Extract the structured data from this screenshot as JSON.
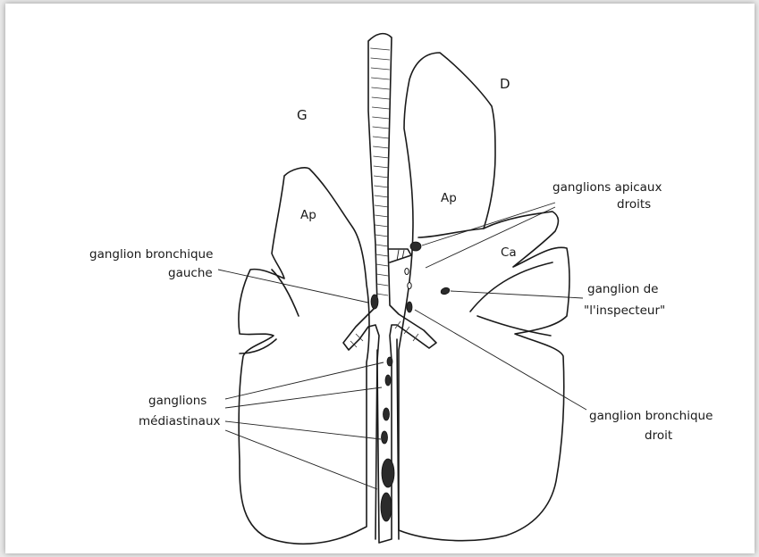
{
  "labels": {
    "lobe_left": "G",
    "lobe_right": "D",
    "apex_left": "Ap",
    "apex_right": "Ap",
    "ca": "Ca",
    "ganglions_apicaux_line1": "ganglions apicaux",
    "ganglions_apicaux_line2": "droits",
    "ganglion_bronchique_gauche_line1": "ganglion bronchique",
    "ganglion_bronchique_gauche_line2": "gauche",
    "ganglion_inspecteur_line1": "ganglion de",
    "ganglion_inspecteur_line2": "\"l'inspecteur\"",
    "ganglions_mediastinaux_line1": "ganglions",
    "ganglions_mediastinaux_line2": "médiastinaux",
    "ganglion_bronchique_droit_line1": "ganglion bronchique",
    "ganglion_bronchique_droit_line2": "droit"
  },
  "colors": {
    "ink": "#1a1a1a",
    "paper": "#ffffff",
    "background": "#e9e9e9"
  }
}
